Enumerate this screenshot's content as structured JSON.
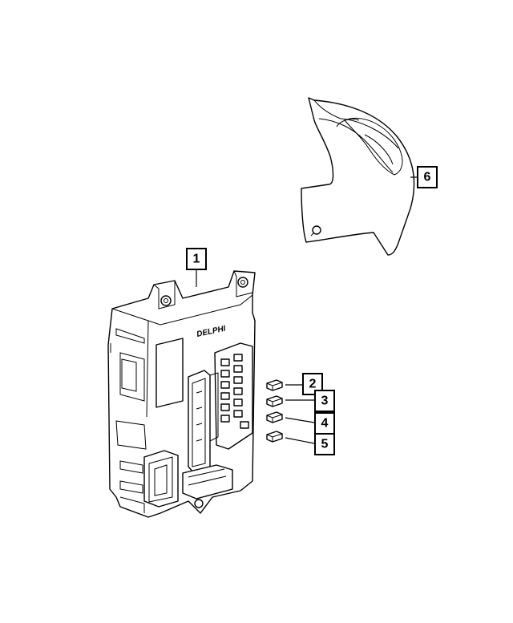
{
  "callouts": [
    {
      "id": "1",
      "label": "1"
    },
    {
      "id": "2",
      "label": "2"
    },
    {
      "id": "3",
      "label": "3"
    },
    {
      "id": "4",
      "label": "4"
    },
    {
      "id": "5",
      "label": "5"
    },
    {
      "id": "6",
      "label": "6"
    }
  ],
  "module": {
    "brand_text": "DELPHI"
  }
}
